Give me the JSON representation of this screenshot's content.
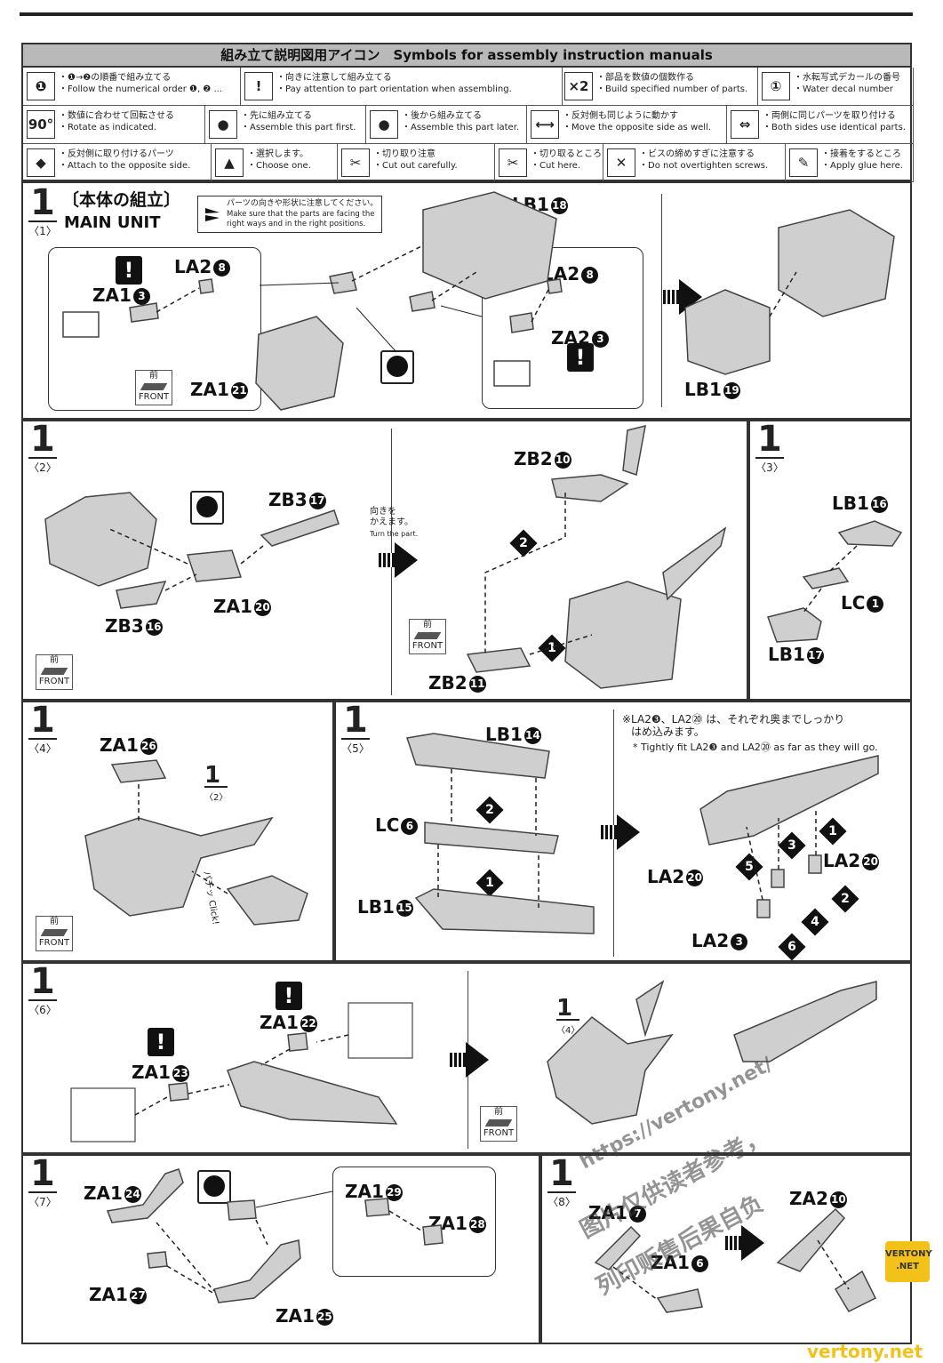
{
  "legend": {
    "title": "組み立て説明図用アイコン　Symbols for assembly instruction manuals",
    "items": [
      {
        "icon": "numbered-order-icon",
        "jp": "・❶→❷の順番で組み立てる",
        "en": "・Follow the numerical order ❶, ❷ ..."
      },
      {
        "icon": "exclamation-icon",
        "jp": "・向きに注意して組み立てる",
        "en": "・Pay attention to part orientation when assembling."
      },
      {
        "icon": "multiply-two-icon",
        "jp": "・部品を数値の個数作る",
        "en": "・Build specified number of parts."
      },
      {
        "icon": "water-decal-icon",
        "jp": "・水転写式デカールの番号",
        "en": "・Water decal number"
      },
      {
        "icon": "rotate-90-icon",
        "jp": "・数値に合わせて回転させる",
        "en": "・Rotate as indicated."
      },
      {
        "icon": "assemble-first-icon",
        "jp": "・先に組み立てる",
        "en": "・Assemble this part first."
      },
      {
        "icon": "assemble-later-icon",
        "jp": "・後から組み立てる",
        "en": "・Assemble this part later."
      },
      {
        "icon": "opposite-side-icon",
        "jp": "・反対側も同じように動かす",
        "en": "・Move the opposite side as well."
      },
      {
        "icon": "both-sides-icon",
        "jp": "・両側に同じパーツを取り付ける",
        "en": "・Both sides use identical parts."
      },
      {
        "icon": "attach-opposite-icon",
        "jp": "・反対側に取り付けるパーツ",
        "en": "・Attach to the opposite side."
      },
      {
        "icon": "choose-one-icon",
        "jp": "・選択します。",
        "en": "・Choose one."
      },
      {
        "icon": "cut-carefully-icon",
        "jp": "・切り取り注意",
        "en": "・Cut out carefully."
      },
      {
        "icon": "cut-here-icon",
        "jp": "・切り取るところ",
        "en": "・Cut here."
      },
      {
        "icon": "no-overtighten-icon",
        "jp": "・ビスの締めすぎに注意する",
        "en": "・Do not overtighten screws."
      },
      {
        "icon": "apply-glue-icon",
        "jp": "・接着をするところ",
        "en": "・Apply glue here."
      }
    ]
  },
  "step1_1": {
    "num": "1",
    "sub": "1",
    "title_jp": "〔本体の組立〕",
    "title_en": "MAIN UNIT",
    "note_jp": "パーツの向きや形状に注意してください。",
    "note_en1": "Make sure that the parts are facing the",
    "note_en2": "right ways and in the right positions.",
    "labels": [
      {
        "name": "LB1",
        "n": "18"
      },
      {
        "name": "LA2",
        "n": "8"
      },
      {
        "name": "ZA1",
        "n": "3"
      },
      {
        "name": "ZA1",
        "n": "21"
      },
      {
        "name": "LA2",
        "n": "8"
      },
      {
        "name": "ZA2",
        "n": "3"
      },
      {
        "name": "LB1",
        "n": "19"
      }
    ],
    "front_jp": "前",
    "front_en": "FRONT"
  },
  "step1_2": {
    "num": "1",
    "sub": "2",
    "labels": [
      {
        "name": "ZB3",
        "n": "17"
      },
      {
        "name": "ZA1",
        "n": "20"
      },
      {
        "name": "ZB3",
        "n": "16"
      },
      {
        "name": "ZB2",
        "n": "10"
      },
      {
        "name": "ZB2",
        "n": "11"
      }
    ],
    "turn_jp1": "向きを",
    "turn_jp2": "かえます。",
    "turn_en": "Turn the part.",
    "order": [
      "2",
      "1"
    ]
  },
  "step1_3": {
    "num": "1",
    "sub": "3",
    "labels": [
      {
        "name": "LB1",
        "n": "16"
      },
      {
        "name": "LC",
        "n": "1"
      },
      {
        "name": "LB1",
        "n": "17"
      }
    ]
  },
  "step1_4": {
    "num": "1",
    "sub": "4",
    "labels": [
      {
        "name": "ZA1",
        "n": "26"
      }
    ],
    "ref": "1",
    "ref_sub": "2",
    "click": "パチッ Click!"
  },
  "step1_5": {
    "num": "1",
    "sub": "5",
    "labels": [
      {
        "name": "LB1",
        "n": "14"
      },
      {
        "name": "LC",
        "n": "6"
      },
      {
        "name": "LB1",
        "n": "15"
      },
      {
        "name": "LA2",
        "n": "20"
      },
      {
        "name": "LA2",
        "n": "20"
      },
      {
        "name": "LA2",
        "n": "3"
      }
    ],
    "note_jp1": "※LA2❸、LA2⑳ は、それぞれ奥までしっかり",
    "note_jp2": "はめ込みます。",
    "note_en": "* Tightly fit  LA2❸ and LA2⑳ as far as they will go.",
    "order_left": [
      "2",
      "1"
    ],
    "order_right": [
      "1",
      "3",
      "5",
      "2",
      "4",
      "6"
    ]
  },
  "step1_6": {
    "num": "1",
    "sub": "6",
    "labels": [
      {
        "name": "ZA1",
        "n": "22"
      },
      {
        "name": "ZA1",
        "n": "23"
      }
    ],
    "ref": "1",
    "ref_sub": "4"
  },
  "step1_7": {
    "num": "1",
    "sub": "7",
    "labels": [
      {
        "name": "ZA1",
        "n": "24"
      },
      {
        "name": "ZA1",
        "n": "29"
      },
      {
        "name": "ZA1",
        "n": "28"
      },
      {
        "name": "ZA1",
        "n": "27"
      },
      {
        "name": "ZA1",
        "n": "25"
      }
    ]
  },
  "step1_8": {
    "num": "1",
    "sub": "8",
    "labels": [
      {
        "name": "ZA1",
        "n": "7"
      },
      {
        "name": "ZA2",
        "n": "10"
      },
      {
        "name": "ZA1",
        "n": "6"
      }
    ]
  },
  "watermark": {
    "url": "https://vertony.net/",
    "cn1": "图片仅供读者参考，",
    "cn2": "列印贩售后果自负",
    "logo": "VERTONY .NET",
    "footer": "vertony.net"
  },
  "colors": {
    "part_fill": "#cfcfcf",
    "part_stroke": "#444",
    "ink": "#111"
  }
}
